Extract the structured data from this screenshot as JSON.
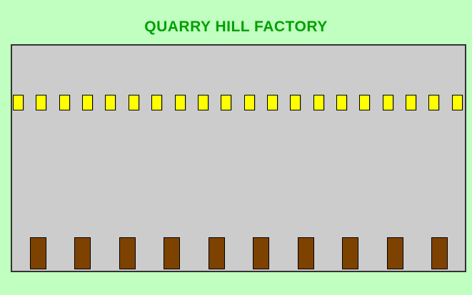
{
  "title": "QUARRY HILL FACTORY",
  "colors": {
    "background": "#C0FFC0",
    "title_text": "#00A000",
    "building_fill": "#CCCCCC",
    "building_border": "#333333",
    "window_fill": "#FFFF00",
    "window_border": "#000000",
    "door_fill": "#7E4200",
    "door_border": "#000000"
  },
  "building": {
    "windows": {
      "count": 20
    },
    "doors": {
      "count": 10
    }
  }
}
